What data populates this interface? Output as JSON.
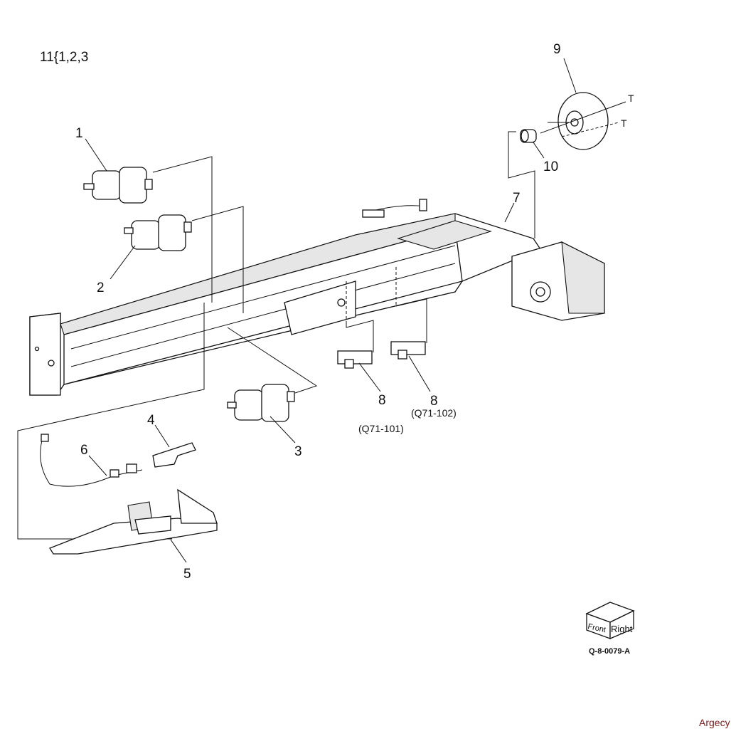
{
  "header": {
    "ref_note": "11{1,2,3"
  },
  "callouts": {
    "c1": "1",
    "c2": "2",
    "c3": "3",
    "c4": "4",
    "c5": "5",
    "c6": "6",
    "c7": "7",
    "c8a": "8",
    "c8b": "8",
    "c9": "9",
    "c10": "10",
    "t1": "T",
    "t2": "T"
  },
  "sensors": {
    "s1": "(Q71-101)",
    "s2": "(Q71-102)"
  },
  "orientation_cube": {
    "front": "Front",
    "right": "Right"
  },
  "figure_code": "Q-8-0079-A",
  "watermark": "Argecy"
}
